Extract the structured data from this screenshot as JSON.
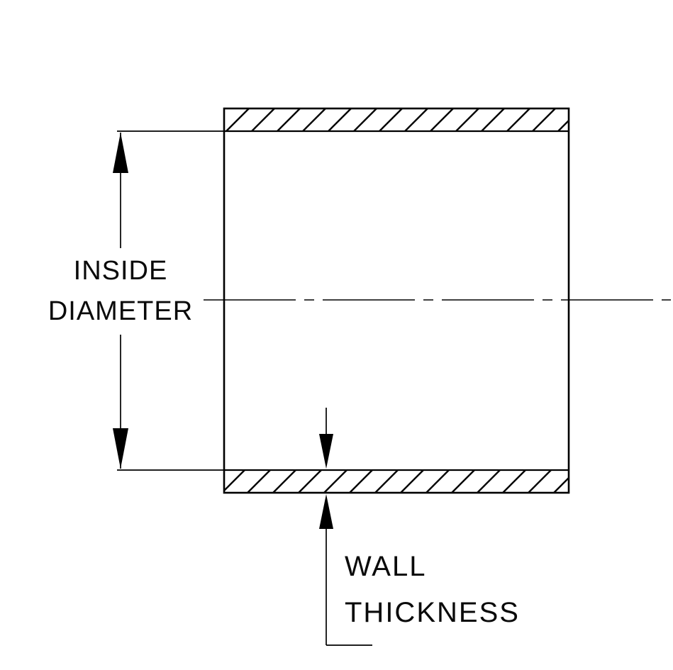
{
  "diagram": {
    "labels": {
      "inside_diameter_line1": "INSIDE",
      "inside_diameter_line2": "DIAMETER",
      "wall_thickness_line1": "WALL",
      "wall_thickness_line2": "THICKNESS"
    },
    "colors": {
      "line": "#000000",
      "background": "#ffffff",
      "text": "#0a0a0a"
    }
  }
}
